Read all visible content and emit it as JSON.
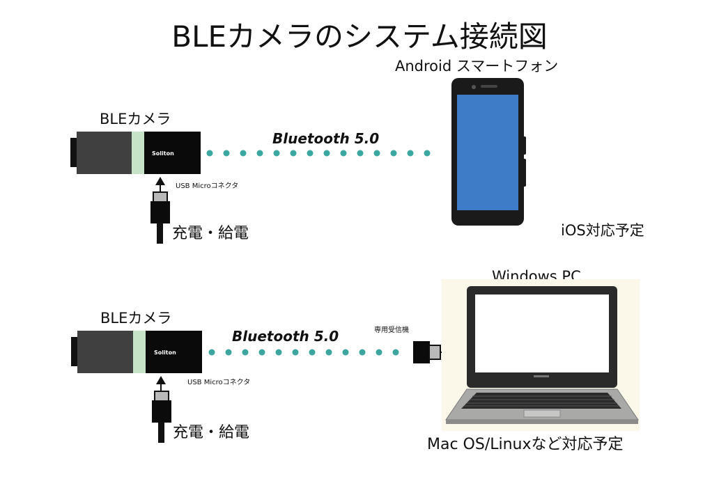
{
  "title": "BLEカメラのシステム接続図",
  "colors": {
    "dots": "#3aa8a0",
    "phone_screen": "#3f7cc8",
    "camera_green": "#c7e3c7",
    "camera_gray": "#404040"
  },
  "top": {
    "camera_label": "BLEカメラ",
    "brand": "Soliton",
    "connector_label": "USB Microコネクタ",
    "power_label": "充電・給電",
    "link_label": "Bluetooth 5.0",
    "device_label": "Android スマートフォン",
    "device_note": "iOS対応予定"
  },
  "bottom": {
    "camera_label": "BLEカメラ",
    "brand": "Soliton",
    "connector_label": "USB Microコネクタ",
    "power_label": "充電・給電",
    "link_label": "Bluetooth 5.0",
    "receiver_label": "専用受信機",
    "device_label": "Windows PC",
    "device_note": "Mac OS/Linuxなど対応予定"
  },
  "icons": {
    "top_camera": "camera-icon",
    "phone": "smartphone-icon",
    "bottom_camera": "camera-icon",
    "laptop": "laptop-icon",
    "usb_plug": "usb-plug-icon",
    "receiver": "usb-dongle-icon",
    "arrow": "arrow-icon"
  }
}
